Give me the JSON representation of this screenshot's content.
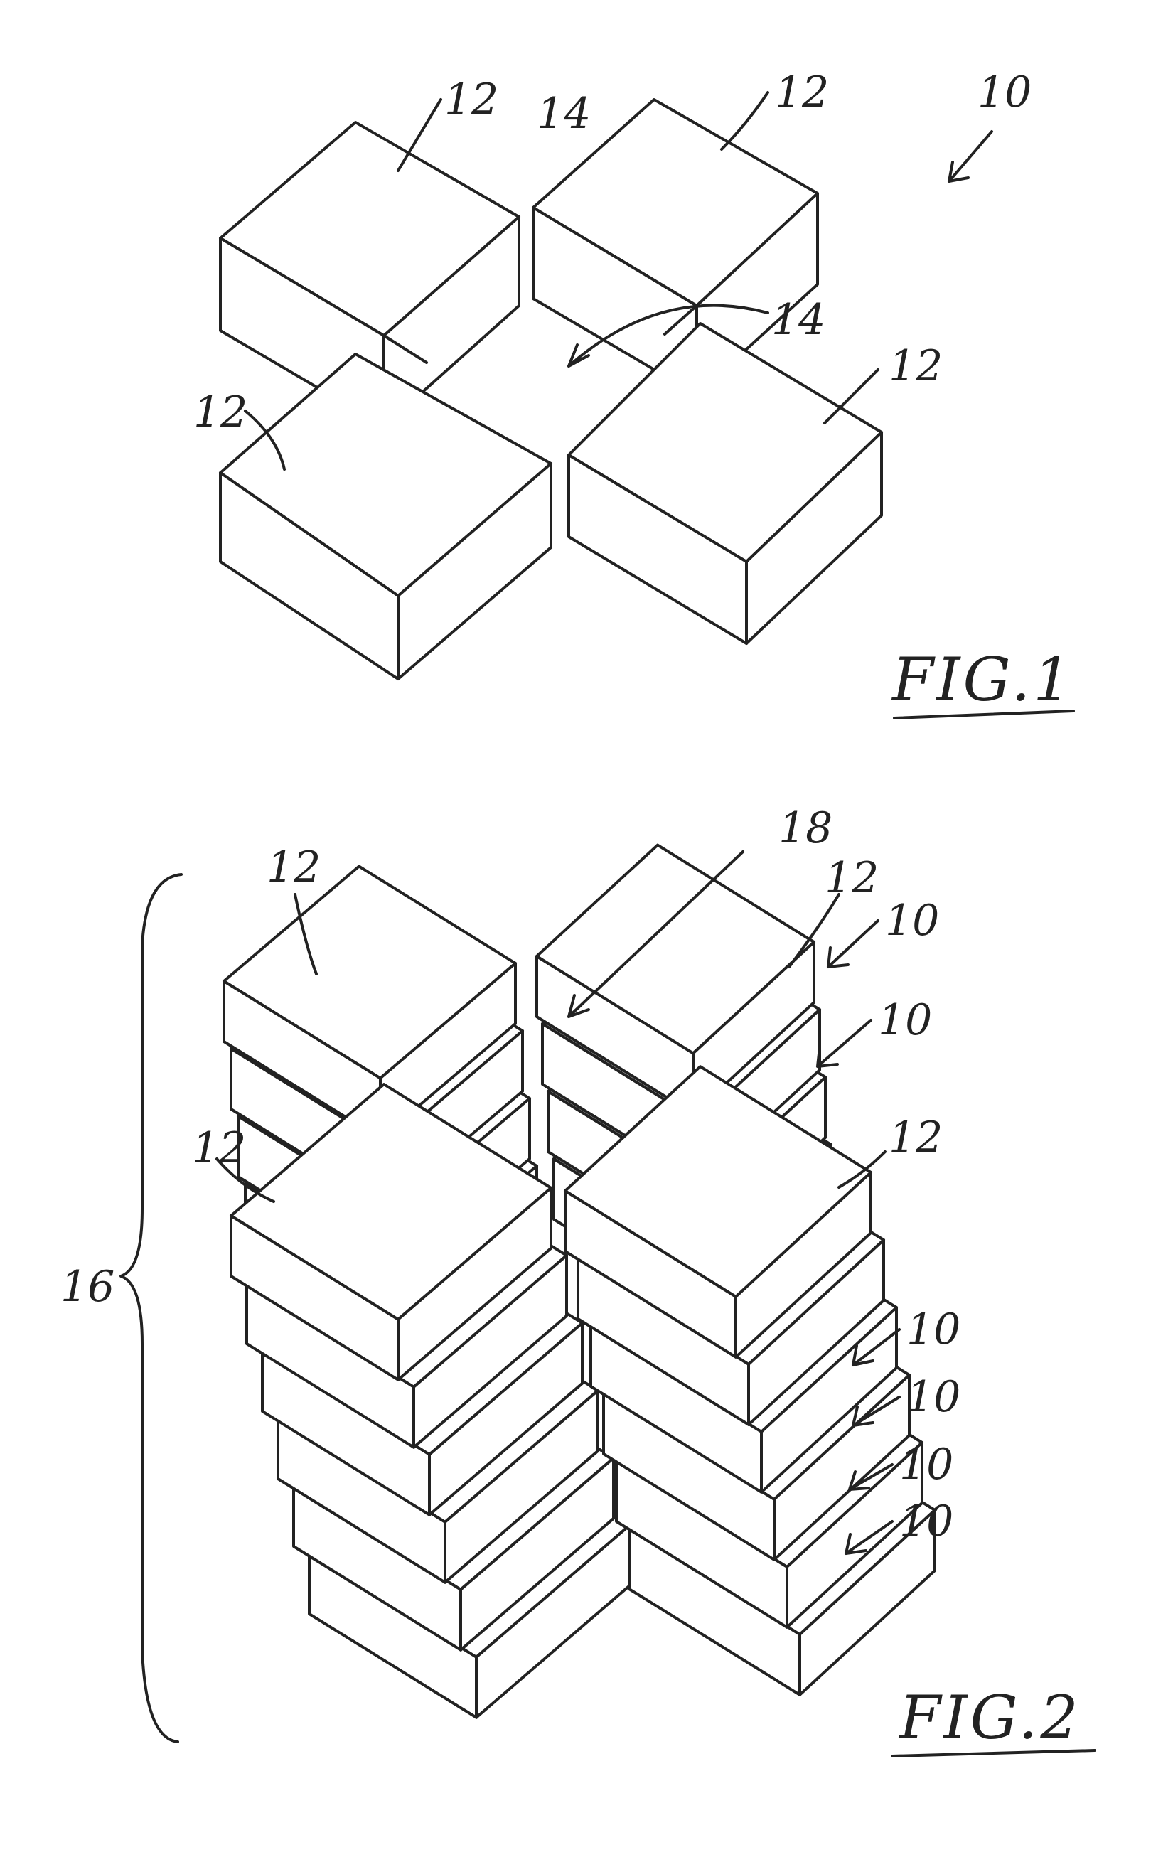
{
  "figure1": {
    "caption": "FIG.1",
    "labels": {
      "assembly": "10",
      "panel_tl": "12",
      "panel_tr": "12",
      "panel_bl": "12",
      "panel_br": "12",
      "gap_top": "14",
      "gap_center": "14"
    }
  },
  "figure2": {
    "caption": "FIG.2",
    "labels": {
      "stack": "16",
      "channel": "18",
      "panel_tl": "12",
      "panel_tr": "12",
      "panel_bl": "12",
      "panel_br": "12",
      "layer_1": "10",
      "layer_2": "10",
      "layer_3": "10",
      "layer_4": "10",
      "layer_5": "10",
      "layer_6": "10"
    }
  }
}
